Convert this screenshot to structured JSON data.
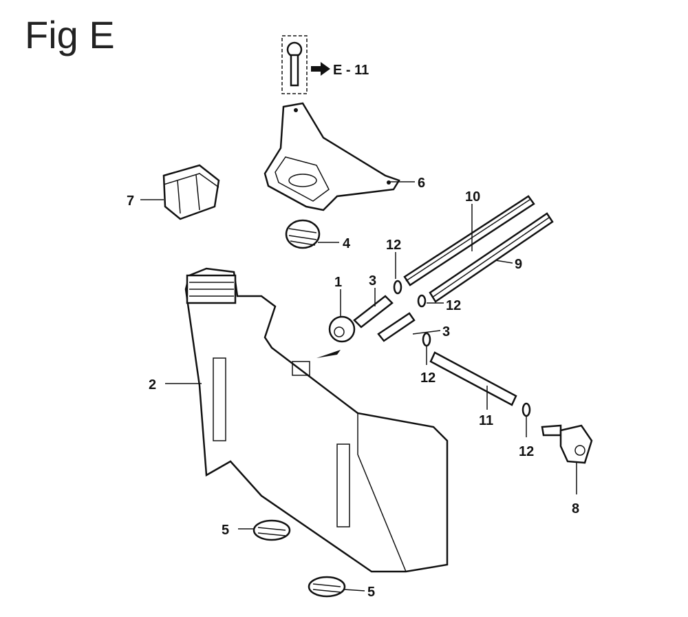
{
  "figure": {
    "title": "Fig E",
    "reference": "E - 11",
    "callouts": [
      {
        "id": "c6",
        "label": "6"
      },
      {
        "id": "c7",
        "label": "7"
      },
      {
        "id": "c10",
        "label": "10"
      },
      {
        "id": "c4",
        "label": "4"
      },
      {
        "id": "c12a",
        "label": "12"
      },
      {
        "id": "c1",
        "label": "1"
      },
      {
        "id": "c3a",
        "label": "3"
      },
      {
        "id": "c9",
        "label": "9"
      },
      {
        "id": "c12b",
        "label": "12"
      },
      {
        "id": "c3b",
        "label": "3"
      },
      {
        "id": "c12c",
        "label": "12"
      },
      {
        "id": "c2",
        "label": "2"
      },
      {
        "id": "c11",
        "label": "11"
      },
      {
        "id": "c12d",
        "label": "12"
      },
      {
        "id": "c8",
        "label": "8"
      },
      {
        "id": "c5a",
        "label": "5"
      },
      {
        "id": "c5b",
        "label": "5"
      }
    ]
  }
}
